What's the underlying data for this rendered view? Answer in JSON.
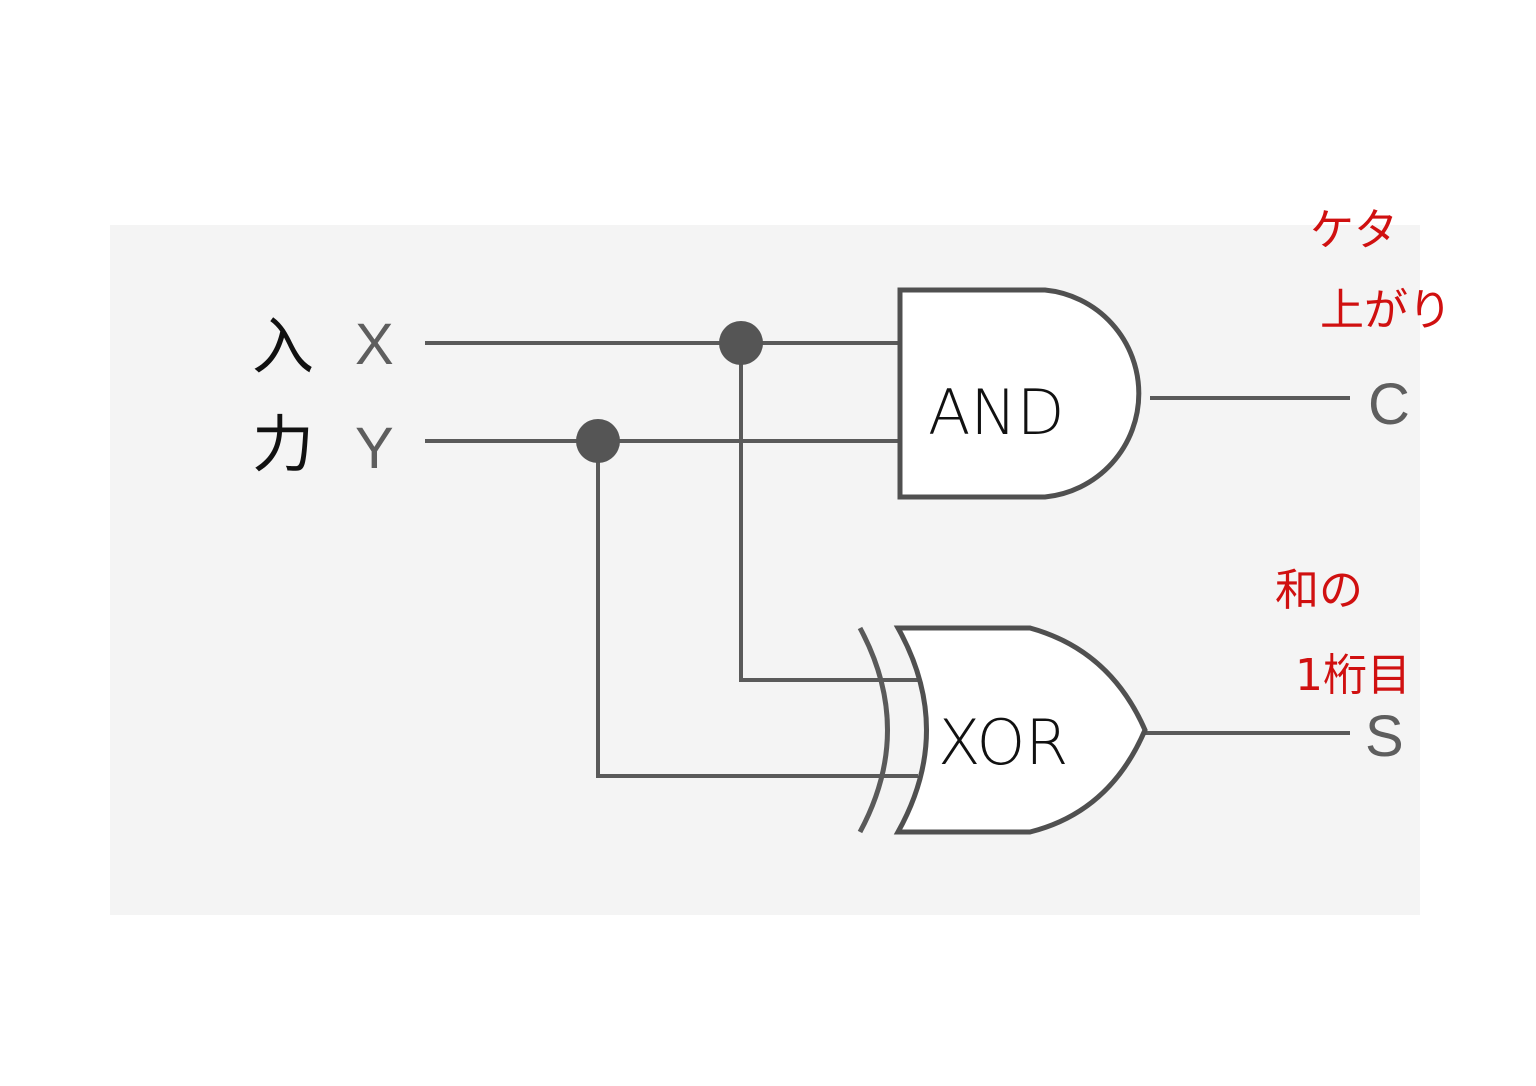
{
  "inputs": {
    "x_label": "X",
    "y_label": "Y"
  },
  "outputs": {
    "c_label": "C",
    "s_label": "S"
  },
  "gates": {
    "and_label": "AND",
    "xor_label": "XOR"
  },
  "annotations": {
    "input_1": "入",
    "input_2": "力",
    "carry_1": "ケタ",
    "carry_2": "上がり",
    "sum_1": "和の",
    "sum_2": "1桁目"
  },
  "colors": {
    "annotation": "#d01010",
    "line": "#555555"
  }
}
